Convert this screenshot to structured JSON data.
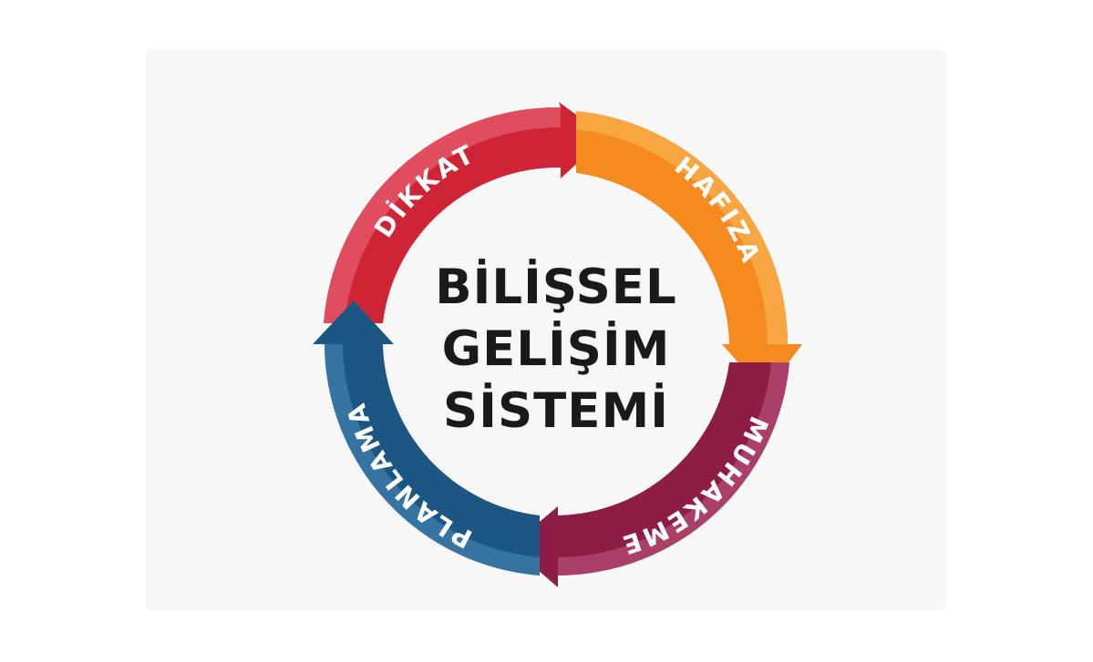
{
  "title": {
    "line1": "BİLİŞSEL",
    "line2": "GELİŞİM",
    "line3": "SİSTEMİ"
  },
  "cycle": [
    {
      "label": "DİKKAT",
      "color": "#cf2436",
      "light": "#e2586a"
    },
    {
      "label": "HAFIZA",
      "color": "#f58a1f",
      "light": "#f8ad4a"
    },
    {
      "label": "MUHAKEME",
      "color": "#8e1d45",
      "light": "#b2496f"
    },
    {
      "label": "PLANLAMA",
      "color": "#1c5783",
      "light": "#3d7aa8"
    }
  ]
}
